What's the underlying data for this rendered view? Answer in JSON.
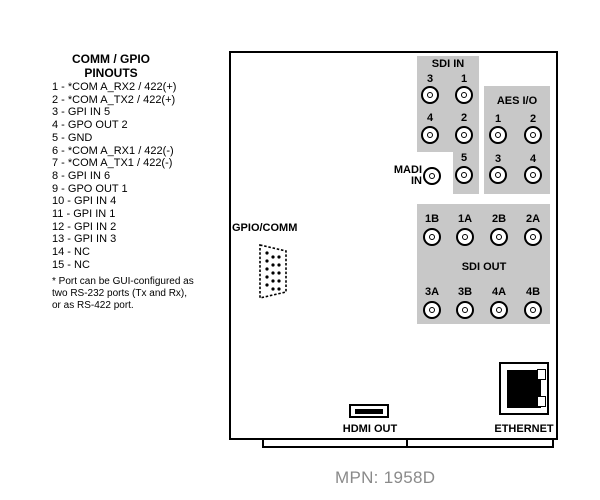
{
  "legend": {
    "title_line1": "COMM / GPIO",
    "title_line2": "PINOUTS",
    "pins": [
      "1 - *COM A_RX2 / 422(+)",
      "2 - *COM A_TX2 / 422(+)",
      "3 - GPI IN 5",
      "4 - GPO OUT 2",
      "5 - GND",
      "6 - *COM A_RX1 / 422(-)",
      "7 - *COM A_TX1 / 422(-)",
      "8 - GPI IN 6",
      "9 - GPO OUT 1",
      "10 - GPI IN 4",
      "11 - GPI IN 1",
      "12 - GPI IN 2",
      "13 - GPI IN 3",
      "14 - NC",
      "15 - NC"
    ],
    "note_line1": "* Port can be GUI-configured as",
    "note_line2": "two RS-232 ports (Tx and Rx),",
    "note_line3": "or as RS-422 port."
  },
  "panel": {
    "sdi_in_title": "SDI IN",
    "sdi_in_labels": [
      "3",
      "1",
      "4",
      "2",
      "5"
    ],
    "aes_title": "AES I/O",
    "aes_labels": [
      "1",
      "2",
      "3",
      "4"
    ],
    "madi_line1": "MADI",
    "madi_line2": "IN",
    "gpio_label": "GPIO/COMM",
    "sdi_out_title": "SDI OUT",
    "sdi_out_top_labels": [
      "1B",
      "1A",
      "2B",
      "2A"
    ],
    "sdi_out_bottom_labels": [
      "3A",
      "3B",
      "4A",
      "4B"
    ],
    "hdmi_label": "HDMI OUT",
    "ethernet_label": "ETHERNET"
  },
  "mpn": "MPN: 1958D"
}
